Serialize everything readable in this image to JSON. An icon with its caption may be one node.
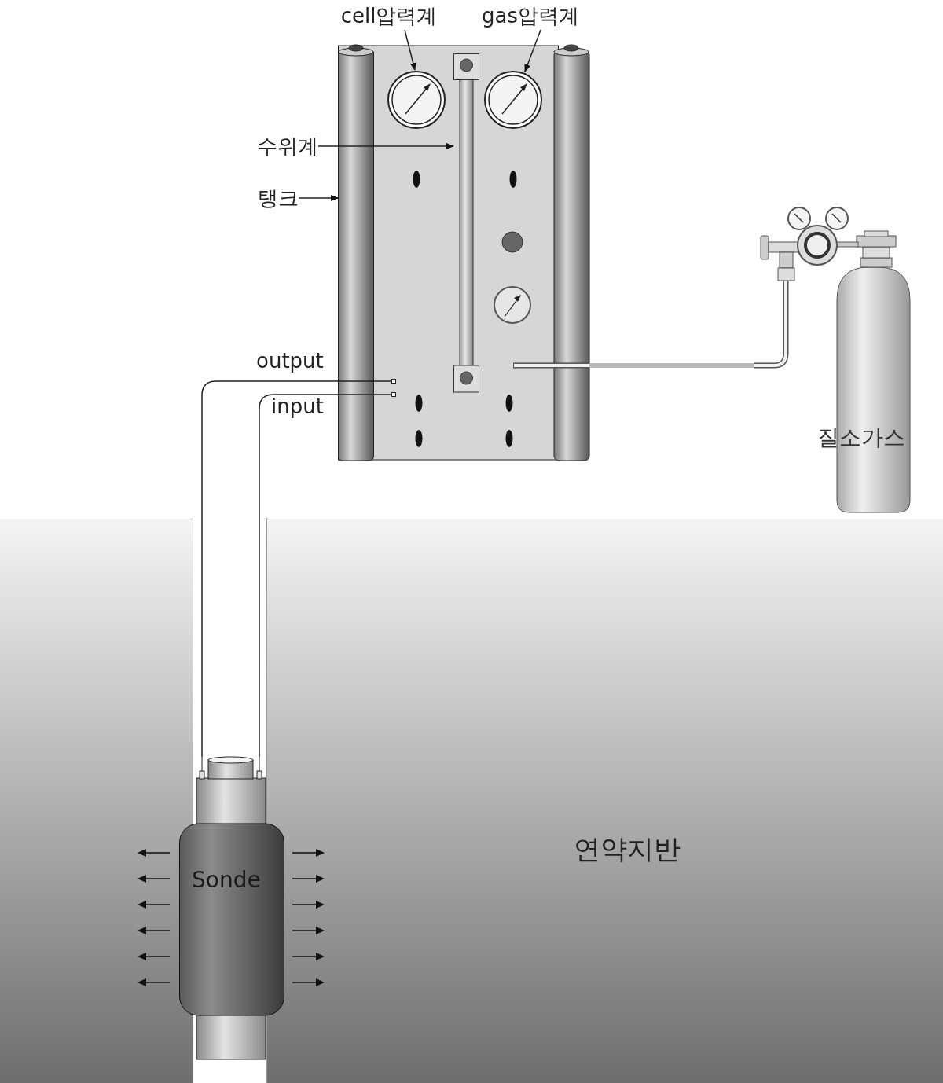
{
  "diagram": {
    "nodes": [
      {
        "text": [],
        "shape": "picture"
      },
      {
        "text": [
          "cell압력계"
        ]
      },
      {
        "text": [],
        "shape": "circle",
        "in": 0
      },
      {
        "text": [
          "gas압력계"
        ]
      },
      {
        "text": [],
        "shape": "circle",
        "in": 0
      },
      {
        "text": [
          "수위계"
        ]
      },
      {
        "text": [],
        "shape": "bar",
        "in": 0
      },
      {
        "text": [
          "탱크"
        ]
      },
      {
        "text": [],
        "shape": "cylinder",
        "in": 0
      },
      {
        "text": [
          "질소가스"
        ]
      },
      {
        "text": [
          "연약지반"
        ]
      },
      {
        "text": [
          "Sonde"
        ],
        "in": 10
      },
      {
        "text": [],
        "shape": "box",
        "in": 0
      },
      {
        "text": [],
        "shape": "box",
        "in": 0
      }
    ],
    "edges": [
      {
        "from": 1,
        "to": 2,
        "arrow": "to"
      },
      {
        "from": 3,
        "to": 4,
        "arrow": "to"
      },
      {
        "from": 5,
        "to": 6,
        "arrow": "to"
      },
      {
        "from": 7,
        "to": 8,
        "arrow": "to"
      },
      {
        "from": 12,
        "to": 11,
        "arrow": "none"
      },
      {
        "from": 13,
        "to": 11,
        "arrow": "none"
      },
      {
        "from": 0,
        "to": 9,
        "arrow": "none",
        "style": "thick",
        "color": "#b8b8b8"
      }
    ],
    "labels": [
      "output",
      "input"
    ]
  }
}
